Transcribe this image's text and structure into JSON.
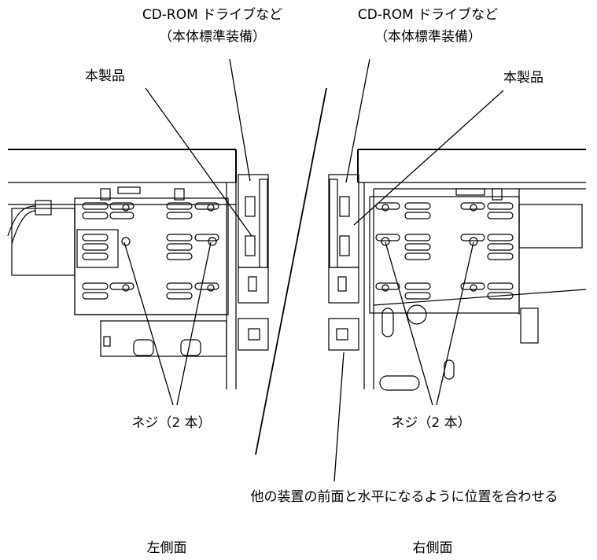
{
  "labels": {
    "left_cdrom_line1": "CD-ROM ドライブなど",
    "left_cdrom_line2": "（本体標準装備）",
    "right_cdrom_line1": "CD-ROM ドライブなど",
    "right_cdrom_line2": "（本体標準装備）",
    "left_product": "本製品",
    "right_product": "本製品",
    "left_screws": "ネジ（2 本）",
    "right_screws": "ネジ（2 本）",
    "align_note": "他の装置の前面と水平になるように位置を合わせる",
    "left_side": "左側面",
    "right_side": "右側面"
  }
}
